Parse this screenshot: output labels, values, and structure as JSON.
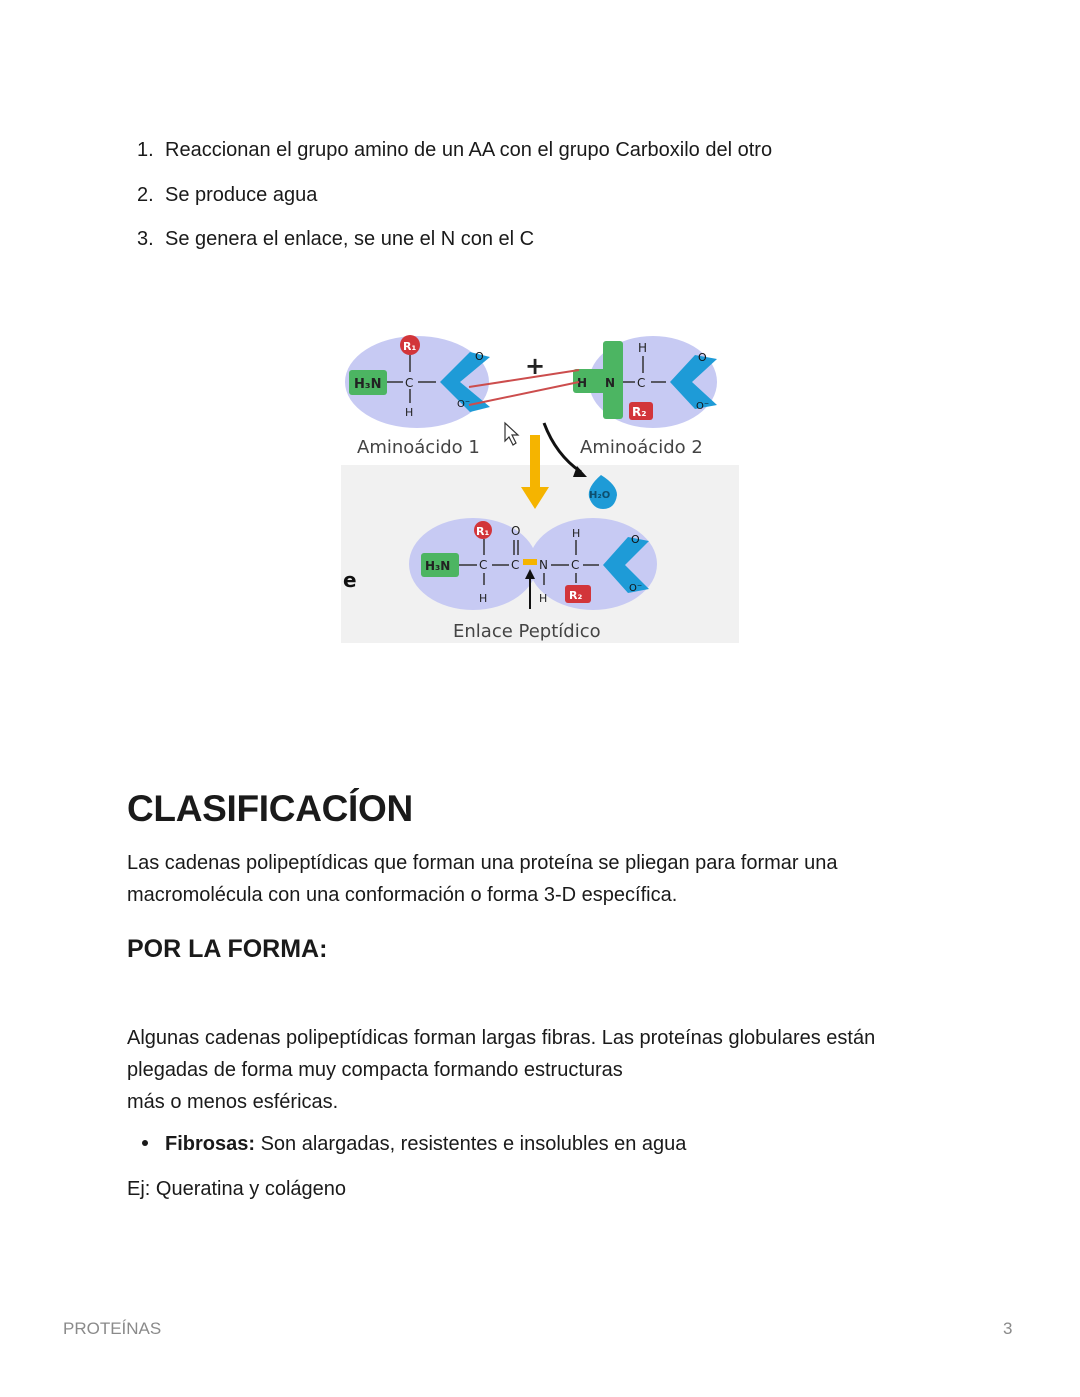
{
  "steps": [
    {
      "num": "1.",
      "text": "Reaccionan el grupo amino de un AA con el grupo Carboxilo del otro"
    },
    {
      "num": "2.",
      "text": "Se produce agua"
    },
    {
      "num": "3.",
      "text": "Se genera el enlace, se une el N con el C"
    }
  ],
  "figure": {
    "label_aa1": "Aminoácido 1",
    "label_aa2": "Aminoácido 2",
    "label_bond": "Enlace Peptídico",
    "plus": "+",
    "water": "H₂O",
    "h3n": "H₃N",
    "r1": "R₁",
    "r2": "R₂",
    "h": "H",
    "c": "C",
    "n": "N",
    "o": "O",
    "o_minus": "O⁻",
    "side_letter": "e"
  },
  "section": {
    "title": "CLASIFICACÍON",
    "intro": "Las cadenas polipeptídicas que forman una proteína se pliegan para formar una macromolécula con una conformación o forma 3-D específica."
  },
  "subsection": {
    "title": "POR LA FORMA:",
    "paragraph_lines": [
      "Algunas cadenas polipeptídicas forman largas fibras. Las proteínas globulares están",
      "plegadas de forma muy compacta formando estructuras",
      "más o menos esféricas."
    ],
    "bullet_bold": "Fibrosas:",
    "bullet_text": " Son alargadas, resistentes e insolubles en agua",
    "example": "Ej: Queratina y colágeno"
  },
  "footer": {
    "left": "PROTEÍNAS",
    "page": "3"
  },
  "colors": {
    "blob": "#c7caf3",
    "green": "#4cb562",
    "blue": "#1e9bd7",
    "red": "#d2353a",
    "arrow": "#f5b400"
  }
}
